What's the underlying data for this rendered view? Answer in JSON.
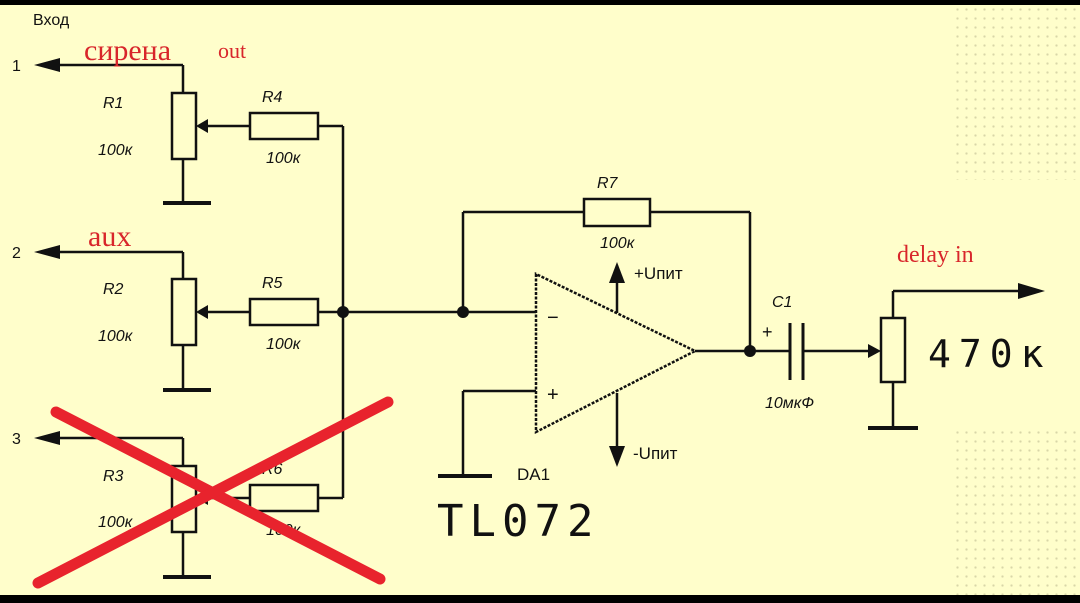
{
  "title": "Вход",
  "annotations": {
    "siren": "сирена",
    "siren_out": "out",
    "aux": "aux",
    "delay_in": "delay in",
    "chip": "TL072",
    "pot_value": "470к",
    "crossed_out_channel": "3"
  },
  "inputs": [
    {
      "number": "1",
      "pot": "R1",
      "pot_value": "100к",
      "resistor": "R4",
      "resistor_value": "100к"
    },
    {
      "number": "2",
      "pot": "R2",
      "pot_value": "100к",
      "resistor": "R5",
      "resistor_value": "100к"
    },
    {
      "number": "3",
      "pot": "R3",
      "pot_value": "100к",
      "resistor": "R6",
      "resistor_value": "100к"
    }
  ],
  "feedback": {
    "name": "R7",
    "value": "100к"
  },
  "opamp": {
    "name": "DA1",
    "minus": "−",
    "plus": "+",
    "vplus": "+Uпит",
    "vminus": "-Uпит"
  },
  "capacitor": {
    "name": "C1",
    "value": "10мкФ",
    "polarity": "+"
  },
  "colors": {
    "background": "#fffecb",
    "wire": "#111111",
    "annotation": "#d8262b",
    "frame": "#000000"
  }
}
